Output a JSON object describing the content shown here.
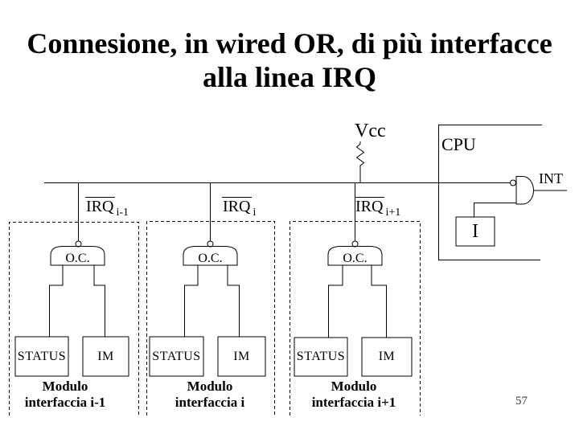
{
  "slide": {
    "title_line1": "Connesione, in wired OR, di più interfacce",
    "title_line2": "alla linea IRQ",
    "page_number": "57"
  },
  "bus": {
    "vcc_label": "Vcc"
  },
  "cpu": {
    "label": "CPU",
    "int_label": "INT",
    "interrupt_flag_label": "I"
  },
  "modules": [
    {
      "irq_base": "IRQ",
      "irq_subscript": "i-1",
      "gate_label": "O.C.",
      "status_label": "STATUS",
      "im_label": "IM",
      "caption_line1": "Modulo",
      "caption_line2": "interfaccia i-1"
    },
    {
      "irq_base": "IRQ",
      "irq_subscript": "i",
      "gate_label": "O.C.",
      "status_label": "STATUS",
      "im_label": "IM",
      "caption_line1": "Modulo",
      "caption_line2": "interfaccia i"
    },
    {
      "irq_base": "IRQ",
      "irq_subscript": "i+1",
      "gate_label": "O.C.",
      "status_label": "STATUS",
      "im_label": "IM",
      "caption_line1": "Modulo",
      "caption_line2": "interfaccia i+1"
    }
  ],
  "icons": {
    "pullup-resistor-icon": "vertical zigzag resistor symbol",
    "inverter-bubble-icon": "small open circle (logic inversion)",
    "open-collector-gate-icon": "dome-shaped open-collector driver gate",
    "int-gate-icon": "D-shaped AND gate with inverted input bubble"
  },
  "colors": {
    "ink": "#000000",
    "background": "#ffffff",
    "page_number": "#3f3f3f"
  }
}
